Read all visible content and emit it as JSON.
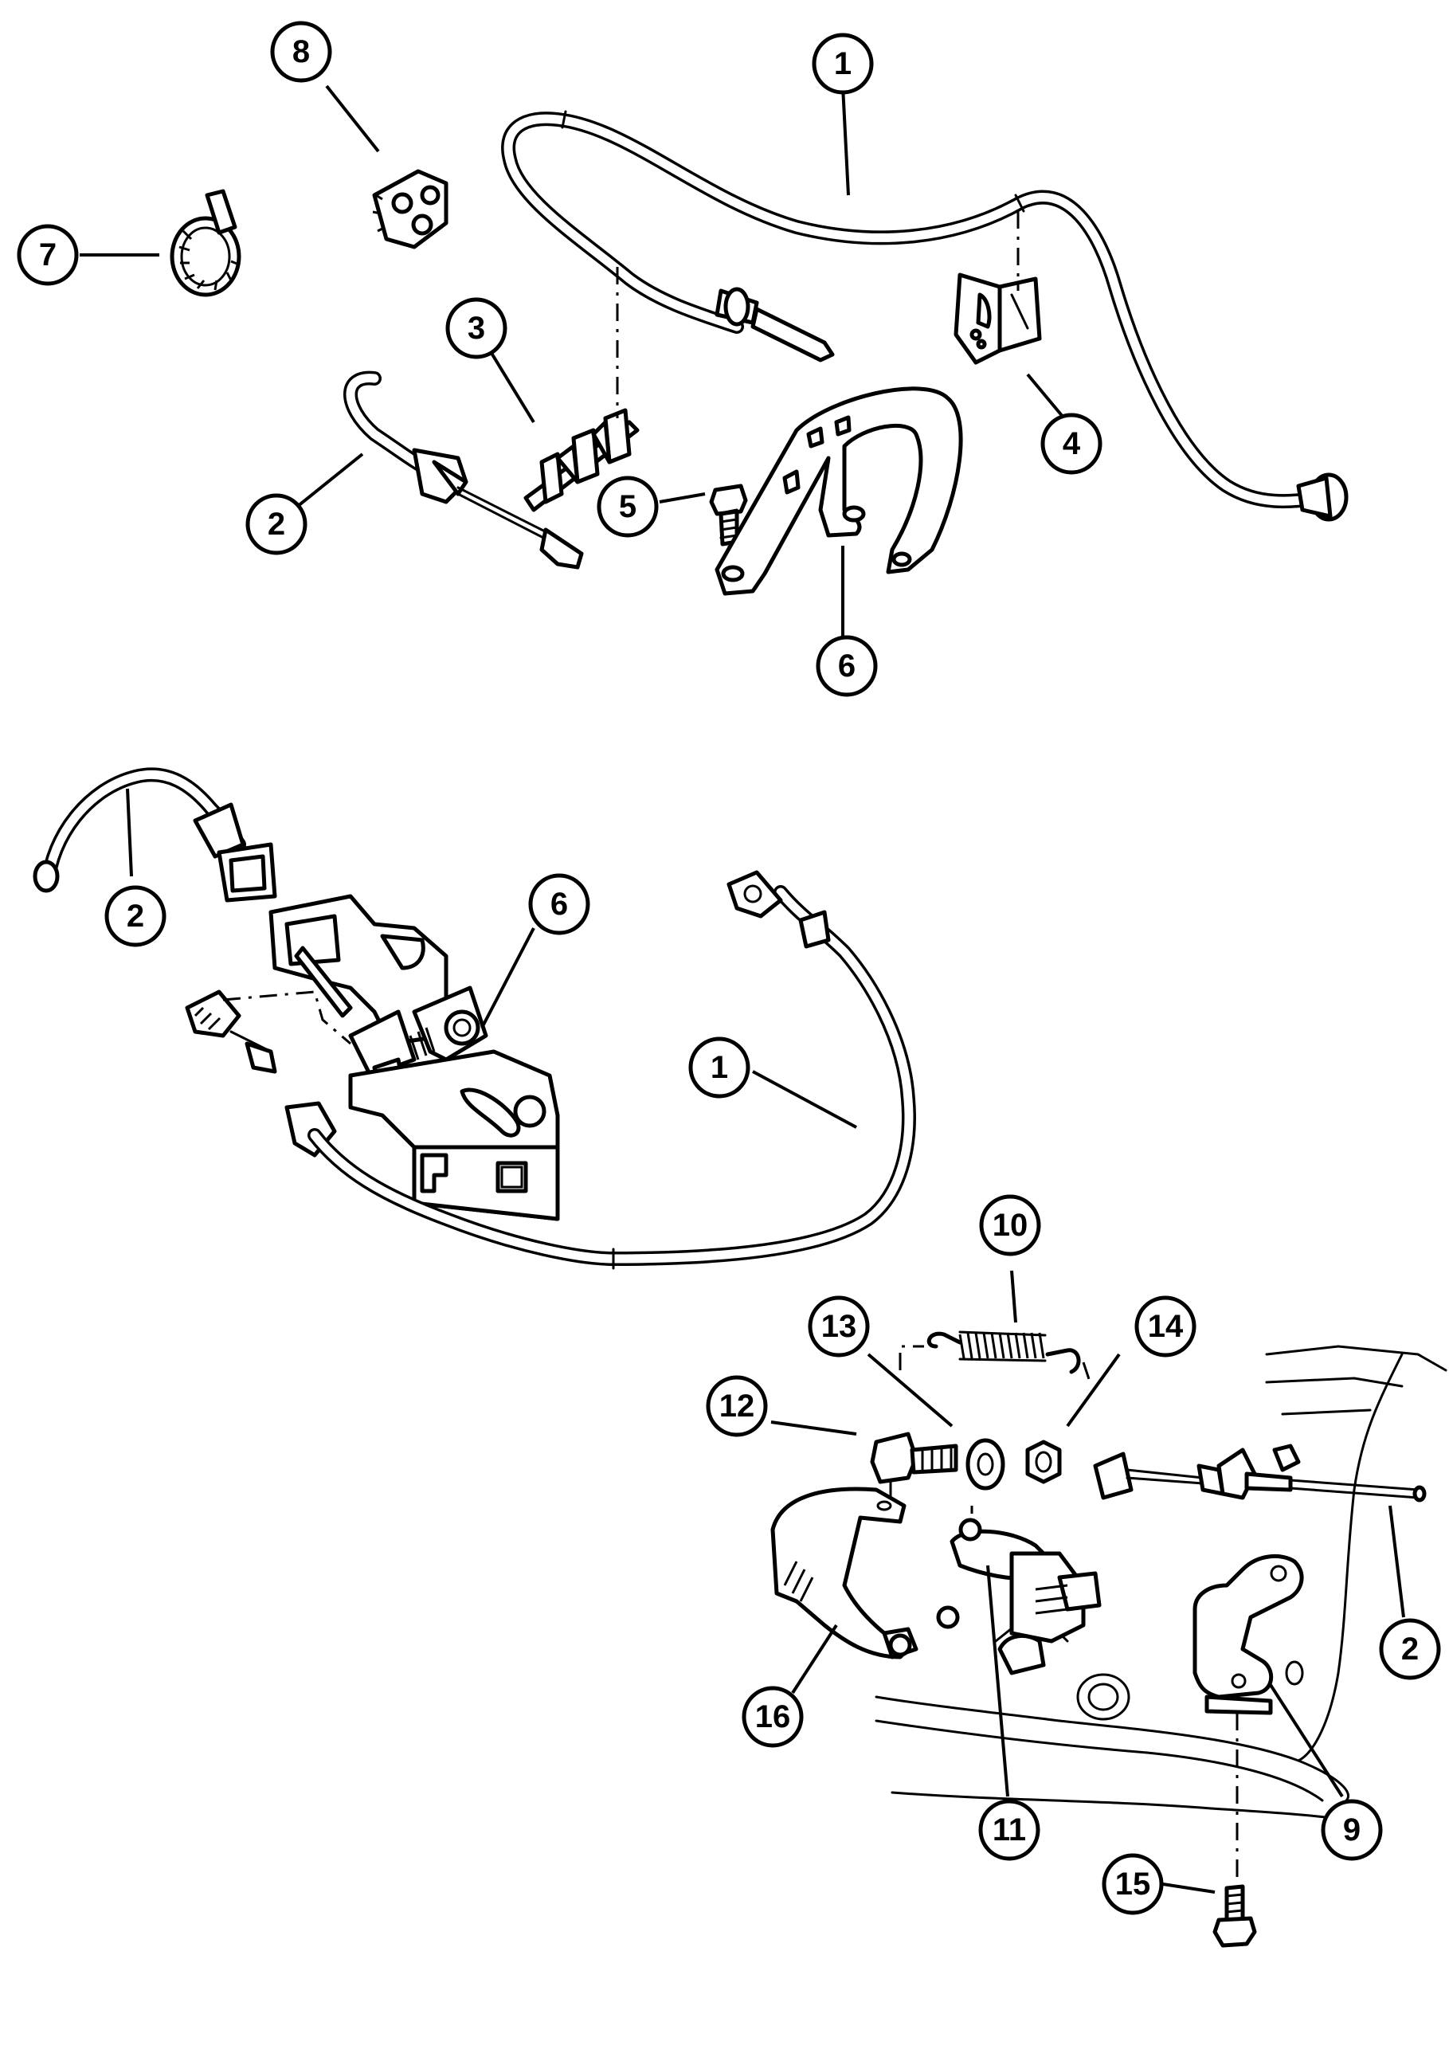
{
  "figure": {
    "callouts": [
      {
        "id": "c-1a",
        "label": "1"
      },
      {
        "id": "c-2a",
        "label": "2"
      },
      {
        "id": "c-3",
        "label": "3"
      },
      {
        "id": "c-4",
        "label": "4"
      },
      {
        "id": "c-5",
        "label": "5"
      },
      {
        "id": "c-6a",
        "label": "6"
      },
      {
        "id": "c-7",
        "label": "7"
      },
      {
        "id": "c-8",
        "label": "8"
      },
      {
        "id": "c-2b",
        "label": "2"
      },
      {
        "id": "c-6b",
        "label": "6"
      },
      {
        "id": "c-1b",
        "label": "1"
      },
      {
        "id": "c-10",
        "label": "10"
      },
      {
        "id": "c-13",
        "label": "13"
      },
      {
        "id": "c-14",
        "label": "14"
      },
      {
        "id": "c-12",
        "label": "12"
      },
      {
        "id": "c-2c",
        "label": "2"
      },
      {
        "id": "c-16",
        "label": "16"
      },
      {
        "id": "c-11",
        "label": "11"
      },
      {
        "id": "c-9",
        "label": "9"
      },
      {
        "id": "c-15",
        "label": "15"
      }
    ],
    "line_color": "#000000",
    "background": "#ffffff"
  }
}
